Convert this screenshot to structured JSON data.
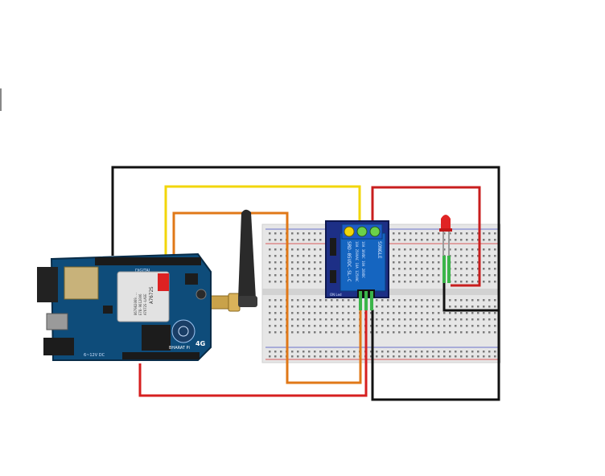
{
  "board": {
    "brand_text": "BHARAT Pi",
    "suffix_text": "4G",
    "module_text": "A7672S",
    "module_lines": [
      "A7672S-LASE",
      "E7B-96120V6",
      "867982069..."
    ],
    "header_text": "DIGITAL",
    "power_text": "6~12V DC",
    "color_pcb": "#0e4c7a"
  },
  "relay": {
    "model_lines": [
      "SRD-05VDC-SL-C",
      "10A 250VAC  10A 125VAC",
      "10A 30VDC  10A 28VDC"
    ],
    "brand_text": "SONGLE",
    "led_text": "ON  Led",
    "color_body": "#1d2f86",
    "color_relay": "#1565c0"
  },
  "wires": {
    "yellow": "#f2d60a",
    "orange": "#e07818",
    "red": "#d61f1f",
    "black": "#111111"
  },
  "led": {
    "color": "#e02424"
  },
  "icons": [
    "antenna-icon",
    "breadboard-icon",
    "led-icon",
    "relay-icon"
  ]
}
